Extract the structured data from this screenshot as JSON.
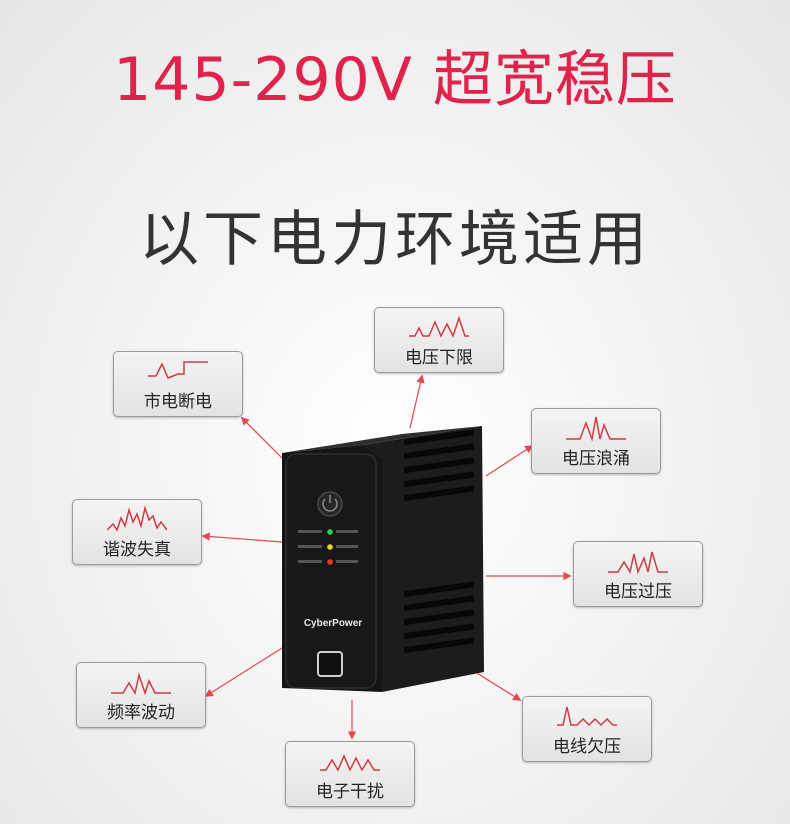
{
  "header": {
    "title": "145-290V 超宽稳压",
    "subtitle": "以下电力环境适用"
  },
  "device": {
    "brand": "CyberPower"
  },
  "cards": [
    {
      "id": "blackout",
      "label": "市电断电",
      "icon": "waveform-dropout-icon"
    },
    {
      "id": "sag",
      "label": "电压下限",
      "icon": "waveform-sag-icon"
    },
    {
      "id": "surge",
      "label": "电压浪涌",
      "icon": "waveform-surge-icon"
    },
    {
      "id": "harmonic",
      "label": "谐波失真",
      "icon": "waveform-harmonic-icon"
    },
    {
      "id": "overvoltage",
      "label": "电压过压",
      "icon": "waveform-overvoltage-icon"
    },
    {
      "id": "frequency",
      "label": "频率波动",
      "icon": "waveform-frequency-icon"
    },
    {
      "id": "noise",
      "label": "电子干扰",
      "icon": "waveform-noise-icon"
    },
    {
      "id": "undervoltage",
      "label": "电线欠压",
      "icon": "waveform-undervoltage-icon"
    }
  ],
  "colors": {
    "accent": "#e0234a",
    "waveform": "#d23a44",
    "arrow": "#e24a52",
    "text": "#333333"
  }
}
